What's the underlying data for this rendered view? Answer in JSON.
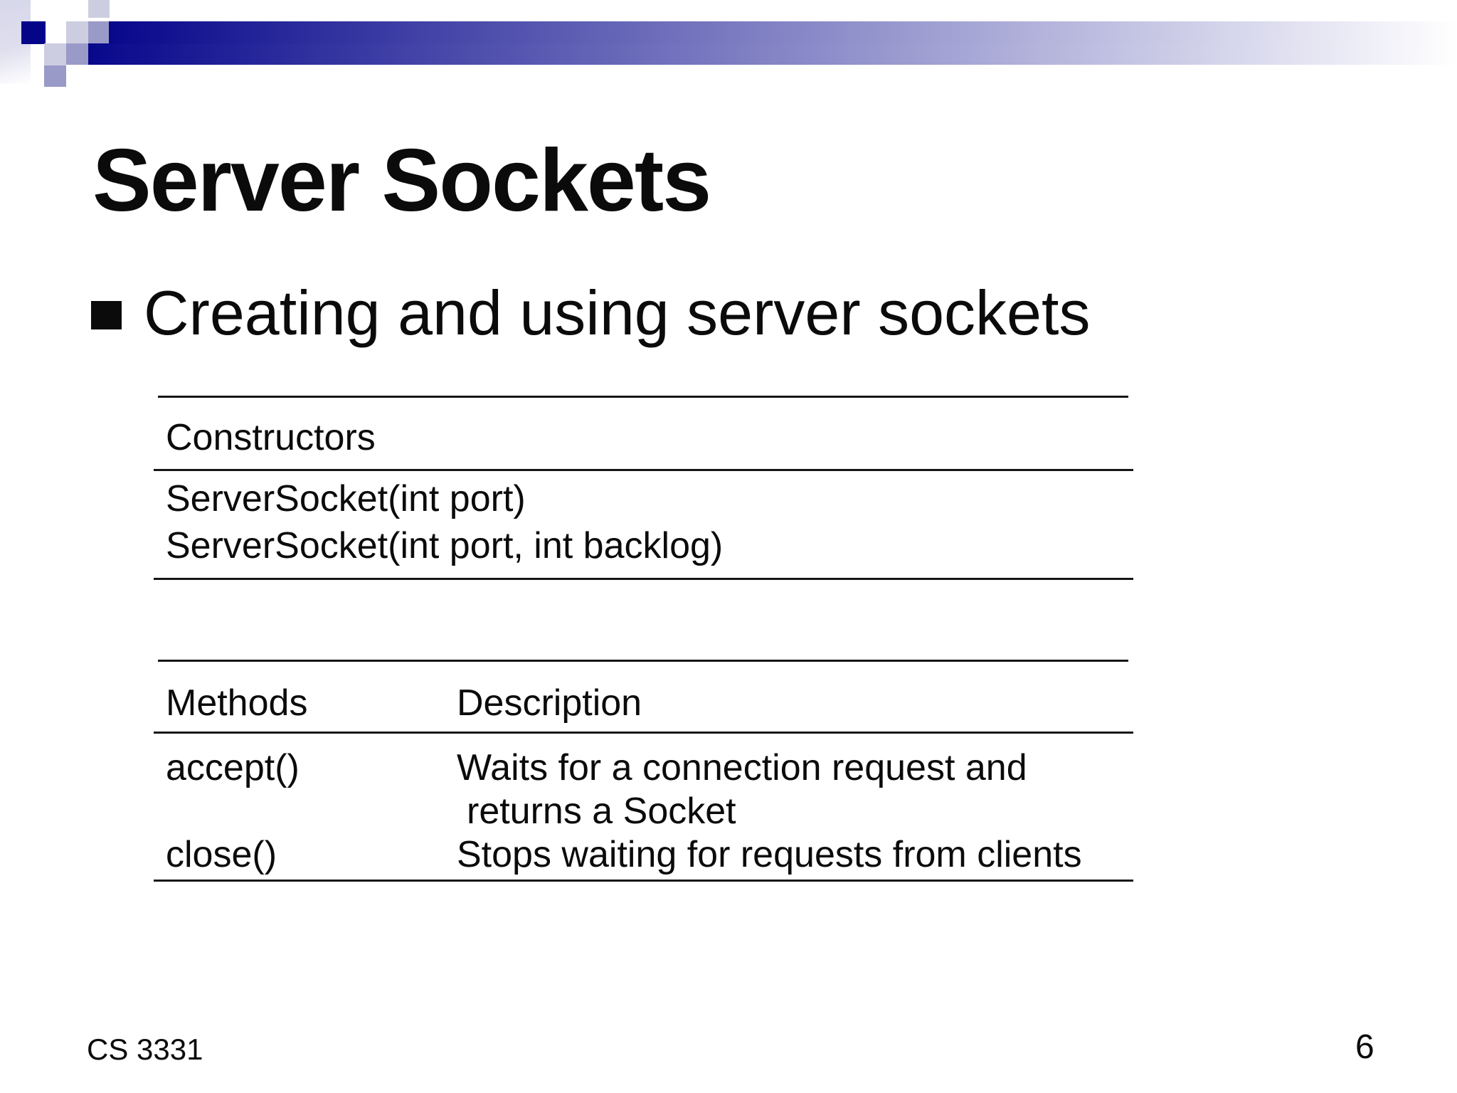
{
  "slide": {
    "title": "Server Sockets",
    "bullet": "Creating and using server sockets",
    "footer_left": "CS 3331",
    "page_number": "6"
  },
  "constructors_table": {
    "header": "Constructors",
    "rows": [
      "ServerSocket(int port)",
      "ServerSocket(int port, int backlog)"
    ]
  },
  "methods_table": {
    "headers": {
      "method": "Methods",
      "description": "Description"
    },
    "rows": [
      {
        "method": "accept()",
        "description_line1": "Waits for a connection request and",
        "description_line2": "returns a Socket"
      },
      {
        "method": "close()",
        "description_line1": "Stops waiting for requests from clients",
        "description_line2": ""
      }
    ]
  },
  "colors": {
    "accent_dark": "#08088c",
    "square_dark": "#05058a",
    "square_light": "#cdcde1",
    "square_medium": "#9a9ac8",
    "text": "#0b0b0b",
    "rule": "#161616",
    "background": "#ffffff"
  }
}
